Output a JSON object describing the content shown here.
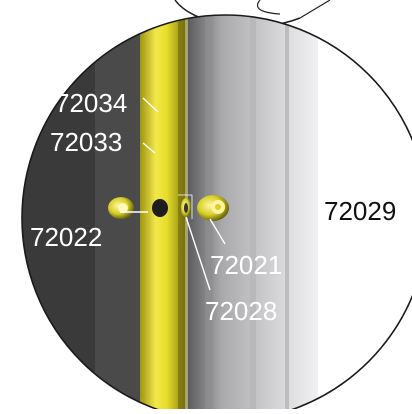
{
  "diagram": {
    "callouts": [
      {
        "id": "72034",
        "text": "72034"
      },
      {
        "id": "72033",
        "text": "72033"
      },
      {
        "id": "72022",
        "text": "72022"
      },
      {
        "id": "72021",
        "text": "72021"
      },
      {
        "id": "72028",
        "text": "72028"
      },
      {
        "id": "72029",
        "text": "72029"
      }
    ],
    "colors": {
      "rail_yellow": "#e6dc2a",
      "rail_shadow": "#8a8210",
      "panel_dark": "#3b3b3b",
      "panel_mid": "#7c7c7e",
      "panel_light": "#d7d7da",
      "fastener": "#d8cf2a"
    }
  }
}
